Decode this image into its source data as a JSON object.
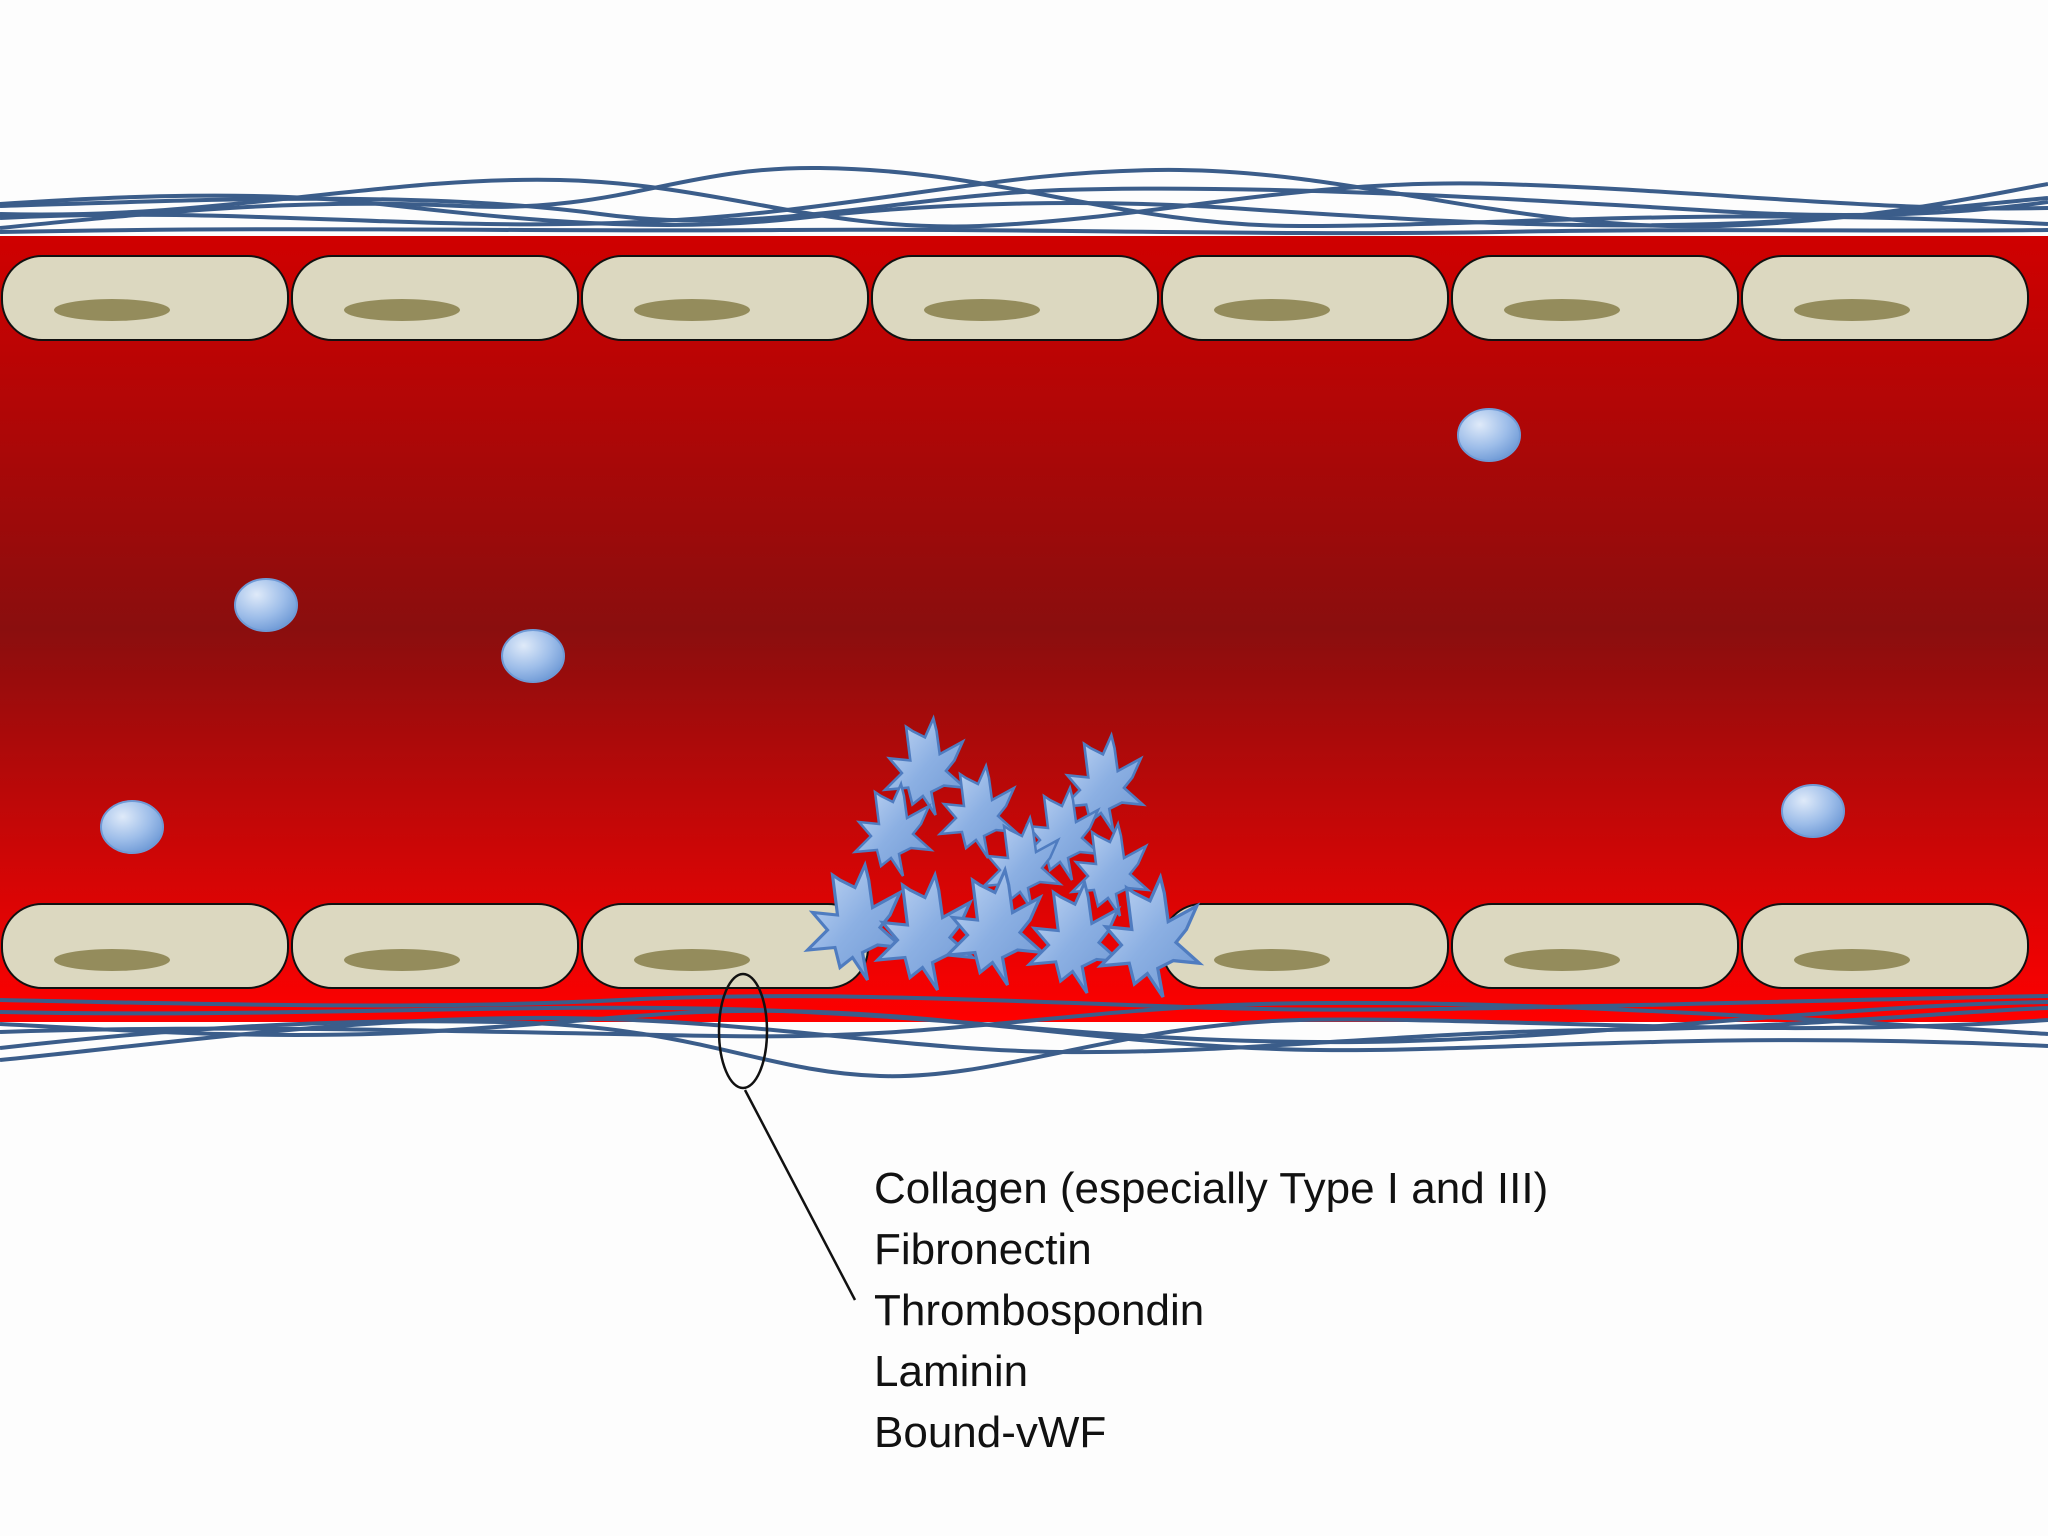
{
  "diagram": {
    "extracellular_matrix_components": [
      "Collagen (especially Type I and III)",
      "Fibronectin",
      "Thrombospondin",
      "Laminin",
      "Bound-vWF"
    ]
  },
  "colors": {
    "lumen_top": "#c70000",
    "lumen_mid": "#8a0e0e",
    "lumen_bottom": "#ff0000",
    "endothelial_cell": "#dcd8c0",
    "nucleus": "#948c5c",
    "collagen_fiber": "#3b5d8a",
    "platelet": "#8fb3e6"
  }
}
